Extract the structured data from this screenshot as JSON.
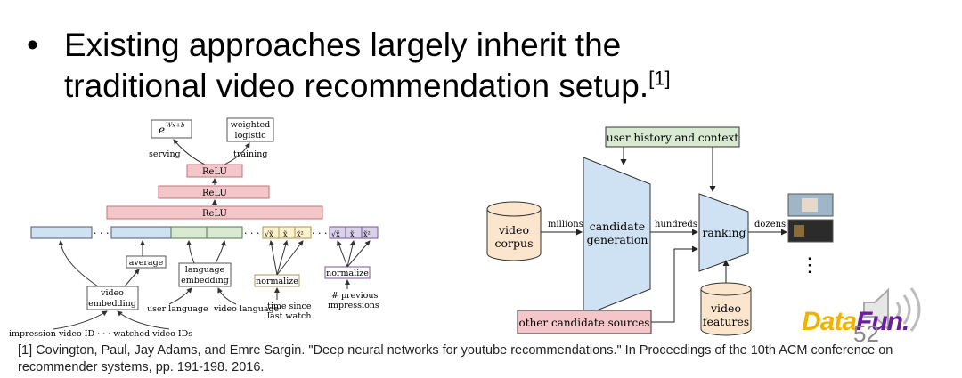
{
  "bullet": {
    "line1": "Existing approaches largely inherit the",
    "line2": "traditional video recommendation setup.",
    "cite": "[1]"
  },
  "left_diagram": {
    "exp": "e",
    "exp_sup": "Wx+b",
    "weighted_logistic_1": "weighted",
    "weighted_logistic_2": "logistic",
    "serving": "serving",
    "training": "training",
    "relu": "ReLU",
    "average": "average",
    "language_embedding_1": "language",
    "language_embedding_2": "embedding",
    "normalize": "normalize",
    "normalize2": "normalize",
    "video_embedding_1": "video",
    "video_embedding_2": "embedding",
    "user_language": "user language",
    "video_language": "video language",
    "impression_ids": "impression video ID · · · watched video IDs",
    "time_since_1": "time since",
    "time_since_2": "last watch",
    "prev_impr_1": "# previous",
    "prev_impr_2": "impressions",
    "sqrt_x": "√x̃",
    "x": "x̃",
    "x2": "x̃²",
    "dots": "· · ·"
  },
  "right_diagram": {
    "user_history": "user history and context",
    "video_corpus_1": "video",
    "video_corpus_2": "corpus",
    "millions": "millions",
    "candidate_1": "candidate",
    "candidate_2": "generation",
    "hundreds": "hundreds",
    "ranking": "ranking",
    "dozens": "dozens",
    "video_features_1": "video",
    "video_features_2": "features",
    "other_sources": "other candidate sources",
    "vdots": "⋮"
  },
  "reference": "[1] Covington, Paul, Jay Adams, and Emre Sargin. \"Deep neural networks for youtube recommendations.\" In Proceedings of the 10th ACM conference on recommender systems, pp. 191-198. 2016.",
  "logo": {
    "part1": "Data",
    "part2": "Fun."
  },
  "page_number": "52",
  "colors": {
    "relu": "#f4c6c9",
    "blue": "#cfe2f3",
    "green": "#d9ead3",
    "yellow": "#fff2cc",
    "purple": "#d9d2e9",
    "orange": "#fce5cd"
  }
}
